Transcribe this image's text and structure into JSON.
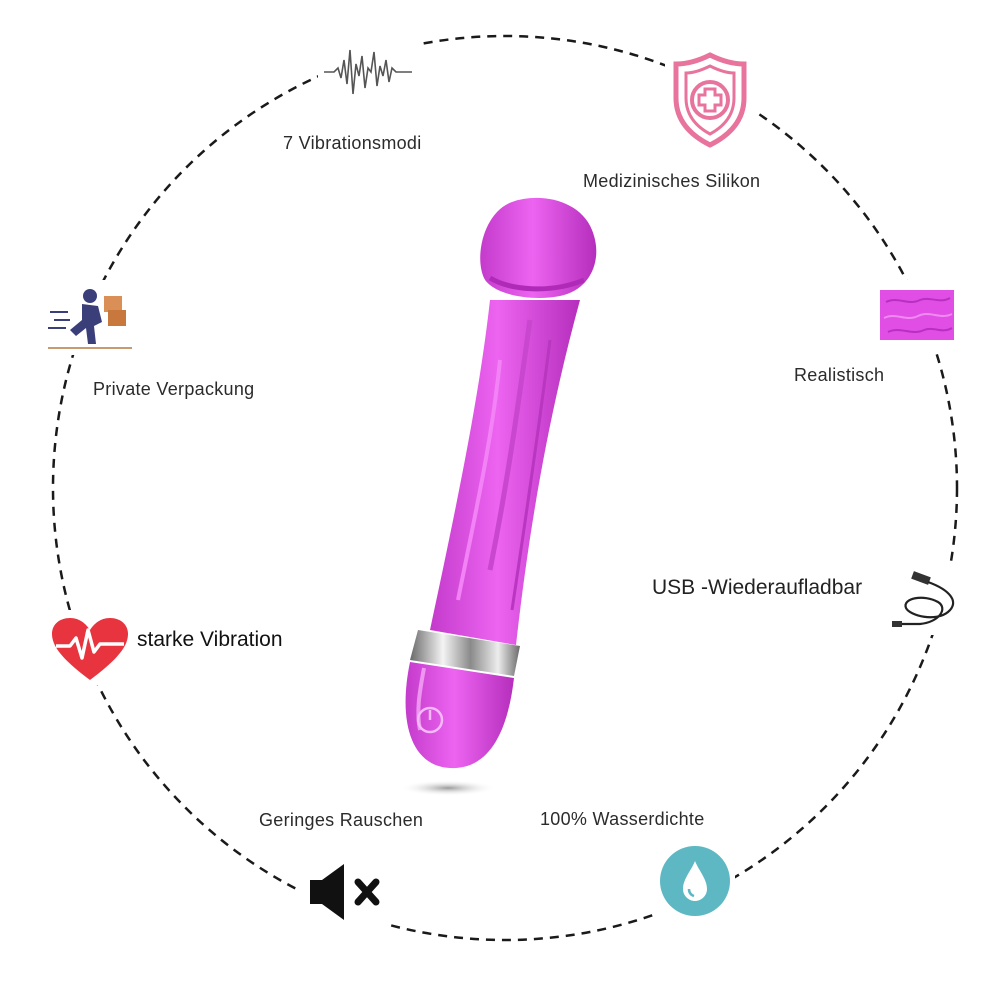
{
  "features": {
    "vibration_modes": "7 Vibrationsmodi",
    "medical_silicone": "Medizinisches Silikon",
    "realistic": "Realistisch",
    "usb_rechargeable": "USB -Wiederaufladbar",
    "waterproof": "100% Wasserdichte",
    "low_noise": "Geringes Rauschen",
    "strong_vibration": "starke Vibration",
    "private_packaging": "Private Verpackung"
  },
  "icons": {
    "vibration_modes": "waveform-icon",
    "medical_silicone": "medical-shield-icon",
    "realistic": "skin-texture-icon",
    "usb_rechargeable": "usb-cable-icon",
    "waterproof": "water-drop-icon",
    "low_noise": "mute-speaker-icon",
    "strong_vibration": "heart-pulse-icon",
    "private_packaging": "delivery-courier-icon"
  },
  "colors": {
    "product": "#e04ee6",
    "shield": "#e8739c",
    "drop": "#5db8c4",
    "heart": "#e8343e",
    "dashed_ring": "#1a1a1a"
  }
}
